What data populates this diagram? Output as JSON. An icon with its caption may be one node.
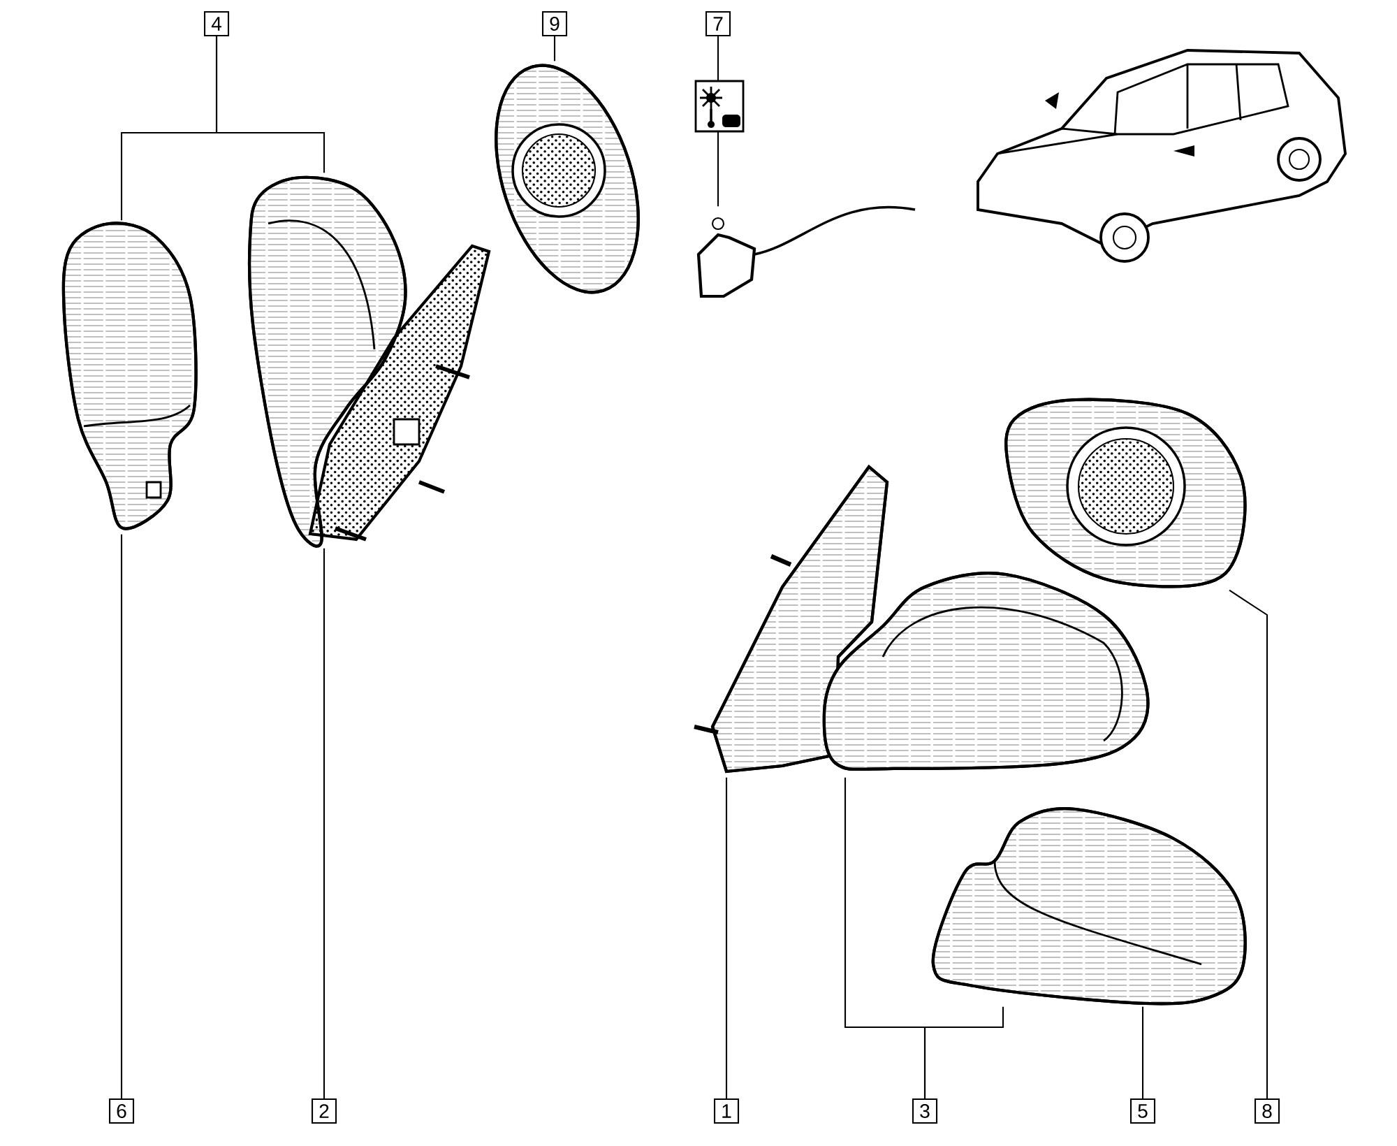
{
  "diagram": {
    "nodes": [
      {
        "text": [
          "4"
        ]
      },
      {
        "text": [
          "9"
        ]
      },
      {
        "text": [
          "7"
        ]
      },
      {
        "text": [
          "6"
        ]
      },
      {
        "text": [
          "2"
        ]
      },
      {
        "text": [
          "1"
        ]
      },
      {
        "text": [
          "3"
        ]
      },
      {
        "text": [
          "5"
        ]
      },
      {
        "text": [
          "8"
        ]
      },
      {
        "text": [],
        "shape": "picture"
      },
      {
        "text": [],
        "shape": "picture"
      },
      {
        "text": [],
        "shape": "picture"
      },
      {
        "text": [],
        "shape": "picture"
      },
      {
        "text": [],
        "shape": "picture"
      },
      {
        "text": [],
        "shape": "picture"
      },
      {
        "text": [],
        "shape": "picture"
      }
    ],
    "edges": [
      {
        "from": 0,
        "to": 9,
        "arrow": "none"
      },
      {
        "from": 0,
        "to": 10,
        "arrow": "none"
      },
      {
        "from": 1,
        "to": 11,
        "arrow": "none"
      },
      {
        "from": 2,
        "to": 12,
        "arrow": "none"
      },
      {
        "from": 3,
        "to": 9,
        "arrow": "none"
      },
      {
        "from": 4,
        "to": 10,
        "arrow": "none"
      },
      {
        "from": 5,
        "to": 13,
        "arrow": "none"
      },
      {
        "from": 6,
        "to": 13,
        "arrow": "none"
      },
      {
        "from": 6,
        "to": 14,
        "arrow": "none"
      },
      {
        "from": 7,
        "to": 14,
        "arrow": "none"
      },
      {
        "from": 8,
        "to": 15,
        "arrow": "none"
      }
    ]
  }
}
